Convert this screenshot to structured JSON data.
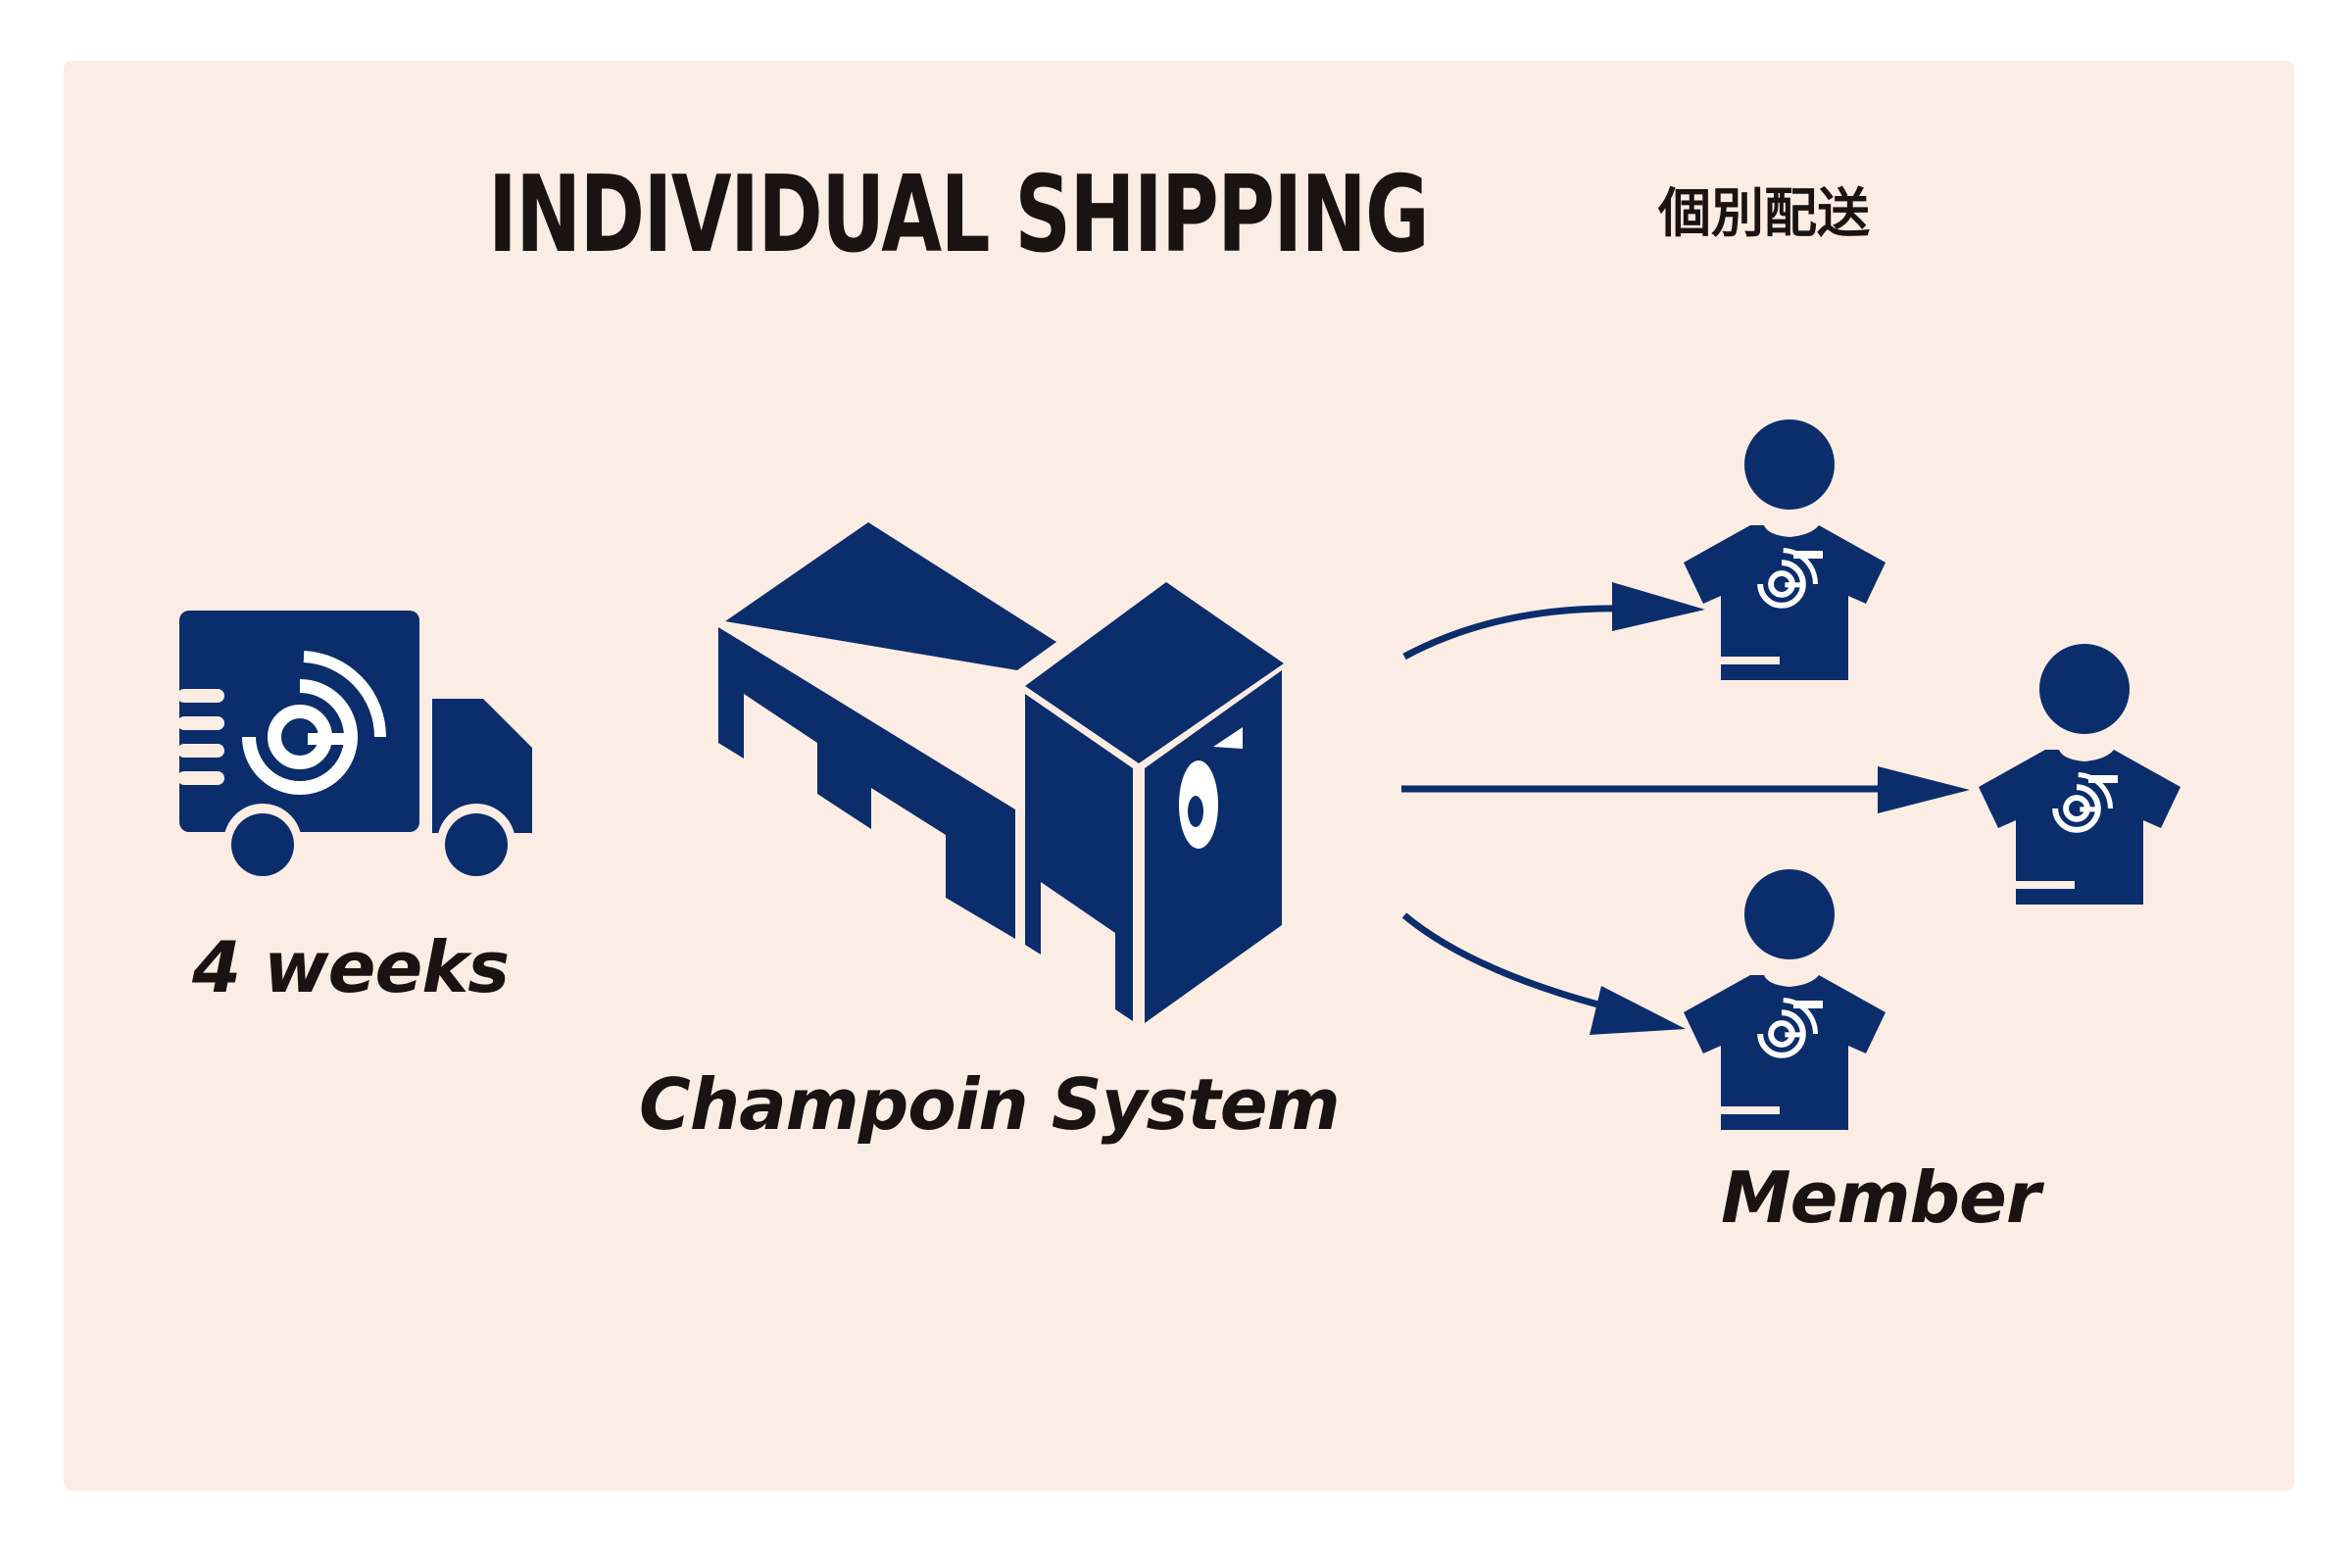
{
  "title": "INDIVIDUAL SHIPPING",
  "subtitle": "個別配送",
  "labels": {
    "weeks": "4 weeks",
    "system": "Champoin System",
    "member": "Member"
  },
  "colors": {
    "background": "#fbede4",
    "icon": "#0b2d6b",
    "text": "#1b1311"
  },
  "icons": {
    "truck": "delivery-truck-icon",
    "warehouse": "warehouse-icon",
    "member": "person-in-tshirt-icon"
  }
}
